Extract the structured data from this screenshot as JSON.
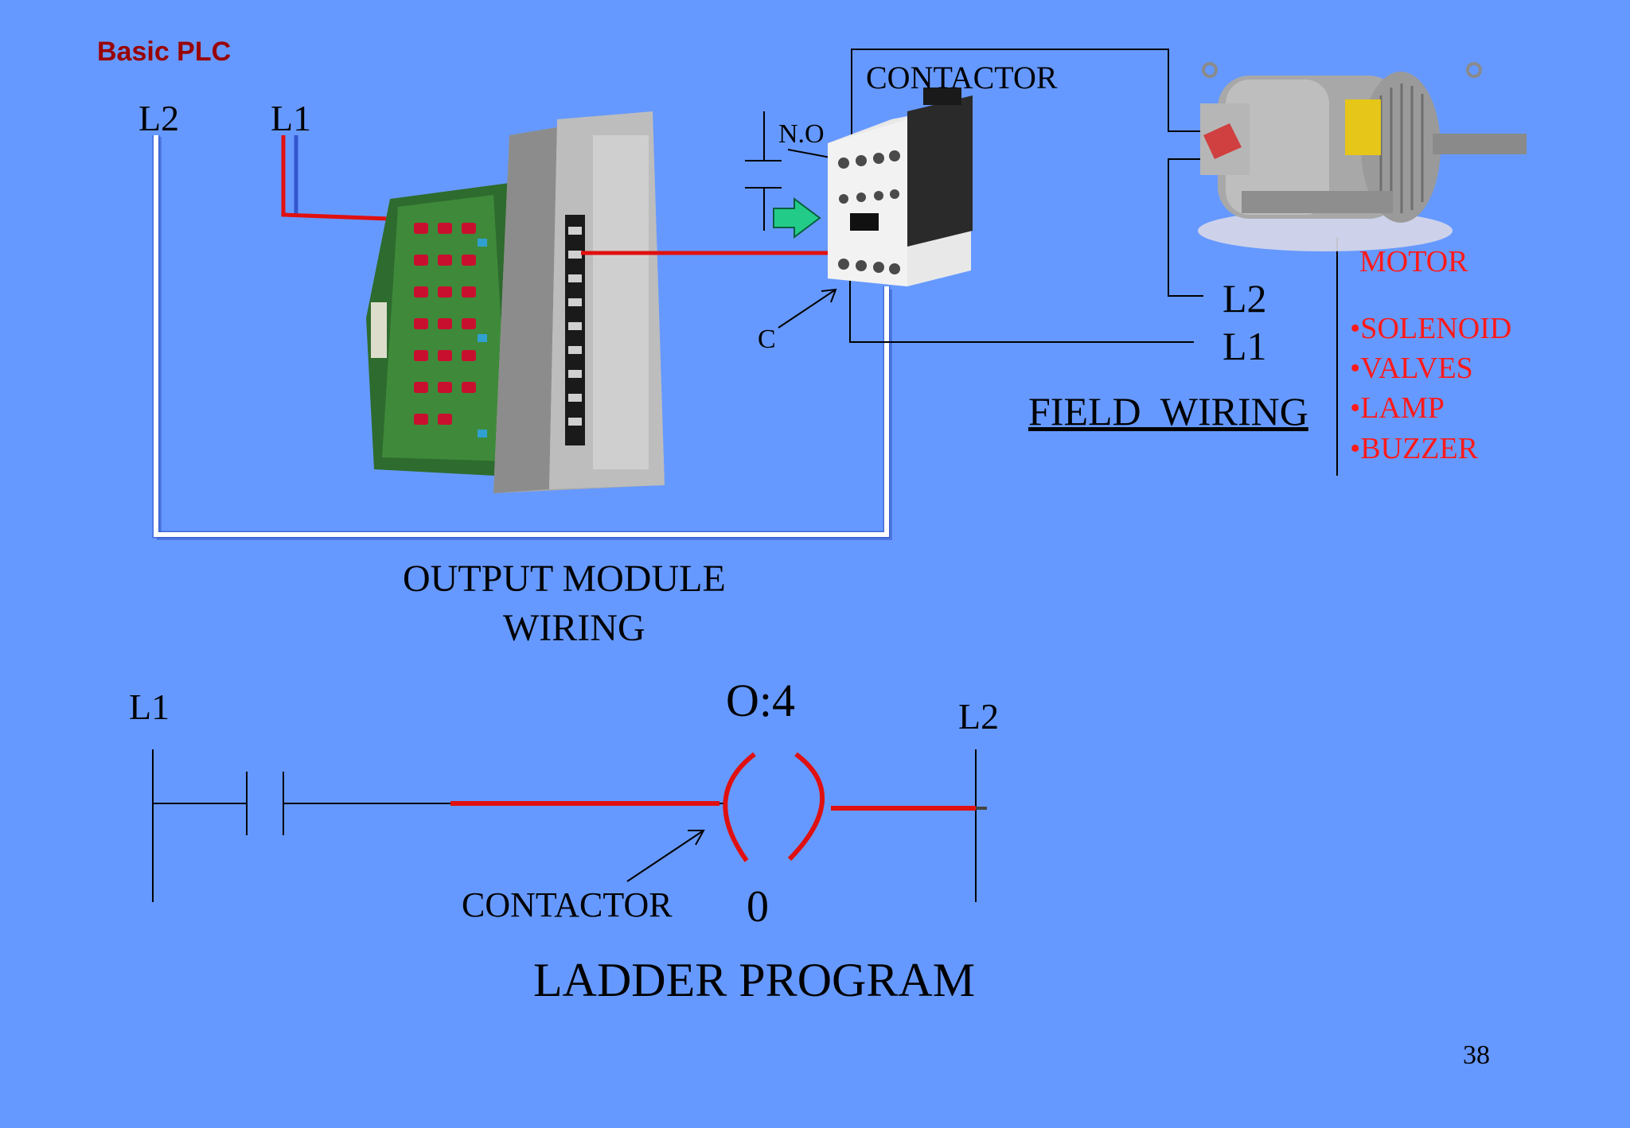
{
  "slide": {
    "header": "Basic PLC",
    "page_number": "38"
  },
  "output_module": {
    "left_line_label": "L2",
    "right_line_label": "L1",
    "caption_line1": "OUTPUT MODULE",
    "caption_line2": "WIRING"
  },
  "contactor": {
    "title": "CONTACTOR",
    "no_label": "N.O",
    "c_label": "C"
  },
  "field": {
    "motor_label": "MOTOR",
    "l2_label": "L2",
    "l1_label": "L1",
    "caption": "FIELD  WIRING",
    "loads": [
      "•SOLENOID",
      "•VALVES",
      "•LAMP",
      "•BUZZER"
    ]
  },
  "ladder": {
    "left_rail_label": "L1",
    "right_rail_label": "L2",
    "coil_address": "O:4",
    "coil_bit": "0",
    "contactor_label": "CONTACTOR",
    "caption": "LADDER PROGRAM"
  },
  "colors": {
    "background": "#6699FF",
    "header": "#990000",
    "wire_hot": "#E01010",
    "wire_neutral": "#FFFFFF",
    "label_red": "#FF1A1A"
  }
}
